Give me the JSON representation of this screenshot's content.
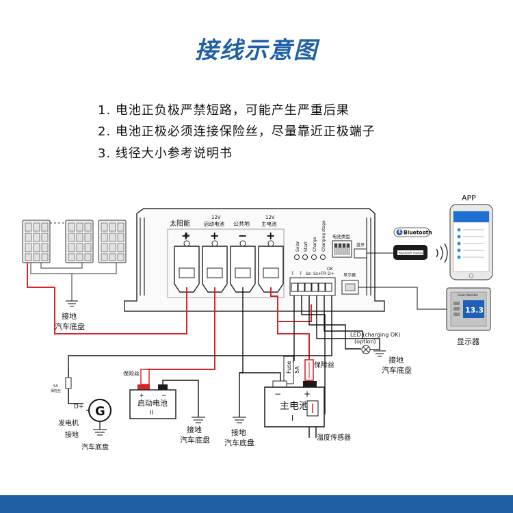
{
  "title": "接线示意图",
  "notes": [
    "1. 电池正负极严禁短路，可能产生严重后果",
    "2. 电池正极必须连接保险丝，尽量靠近正极端子",
    "3. 线径大小参考说明书"
  ],
  "controller": {
    "terminals": [
      {
        "top": "",
        "label": "太阳能",
        "sign": "+"
      },
      {
        "top": "12V",
        "label": "启动电池",
        "sign": "+"
      },
      {
        "top": "",
        "label": "公共地",
        "sign": "−"
      },
      {
        "top": "12V",
        "label": "主电池",
        "sign": "+"
      }
    ],
    "indicators": [
      "Solar",
      "Start",
      "Charge",
      "Charging stage"
    ],
    "battery_type_label": "电池类型",
    "bluetooth_label": "蓝牙",
    "connector_pins": [
      "T",
      "T",
      "Ss-",
      "Ss+",
      "TR",
      "D+"
    ],
    "ok_label": "OK",
    "display_port_label": "显示器"
  },
  "bluetooth": {
    "logo": "Bluetooth",
    "module_label": "Bluetooth module"
  },
  "app": {
    "label": "APP"
  },
  "display": {
    "label": "显示器",
    "brand": "Solar Monitor",
    "reading": "13.3"
  },
  "solar_ground": {
    "line1": "接地",
    "line2": "汽车底盘"
  },
  "generator": {
    "symbol": "G",
    "label": "发电机",
    "ground1": "接地",
    "ground2": "汽车底盘",
    "fuse_label1": "5A",
    "fuse_label2": "保险丝",
    "dplus": "D+"
  },
  "start_battery": {
    "label": "启动电池",
    "roman": "II",
    "fuse_label": "保险丝",
    "ground1": "接地",
    "ground2": "汽车底盘"
  },
  "main_battery": {
    "label": "主电池",
    "roman": "I",
    "fuse_label": "保险丝",
    "fuse_vertical1": "Fuse",
    "fuse_vertical2": "5A"
  },
  "common_ground": {
    "line1": "接地",
    "line2": "汽车底盘"
  },
  "led": {
    "line1": "LED (charging OK)",
    "line2": "(option)",
    "ground1": "接地",
    "ground2": "汽车底盘"
  },
  "temp_sensor": {
    "label": "温度传感器"
  },
  "colors": {
    "title": "#1f5fa6",
    "wire_red": "#d7262b",
    "wire_black": "#111111",
    "screen_blue": "#1e6fd0"
  }
}
